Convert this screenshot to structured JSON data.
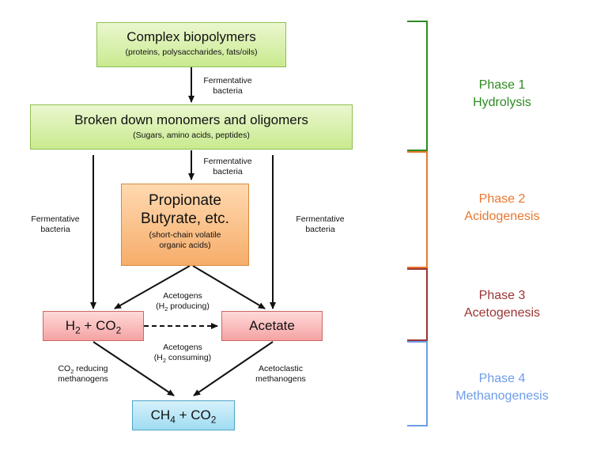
{
  "boxes": {
    "biopolymers": {
      "title": "Complex biopolymers",
      "subtitle": "(proteins, polysaccharides, fats/oils)"
    },
    "monomers": {
      "title": "Broken down monomers and oligomers",
      "subtitle": "(Sugars, amino acids, peptides)"
    },
    "propionate": {
      "line1": "Propionate",
      "line2": "Butyrate, etc.",
      "subtitle_line1": "(short-chain volatile",
      "subtitle_line2": "organic acids)"
    },
    "h2co2": {
      "a": "H",
      "a_sub": "2",
      "b": " + CO",
      "b_sub": "2"
    },
    "acetate": {
      "title": "Acetate"
    },
    "ch4co2": {
      "a": "CH",
      "a_sub": "4",
      "b": " + CO",
      "b_sub": "2"
    }
  },
  "labels": {
    "ferm1": {
      "l1": "Fermentative",
      "l2": "bacteria"
    },
    "ferm2": {
      "l1": "Fermentative",
      "l2": "bacteria"
    },
    "ferm_left": {
      "l1": "Fermentative",
      "l2": "bacteria"
    },
    "ferm_right": {
      "l1": "Fermentative",
      "l2": "bacteria"
    },
    "acetogens_prod": {
      "l1": "Acetogens",
      "l2a": "(H",
      "l2sub": "2",
      "l2b": " producing)"
    },
    "acetogens_cons": {
      "l1": "Acetogens",
      "l2a": "(H",
      "l2sub": "2",
      "l2b": " consuming)"
    },
    "co2_reducing": {
      "l1a": "CO",
      "l1sub": "2",
      "l1b": " reducing",
      "l2": "methanogens"
    },
    "acetoclastic": {
      "l1": "Acetoclastic",
      "l2": "methanogens"
    }
  },
  "phases": [
    {
      "name": "Phase 1",
      "process": "Hydrolysis",
      "color": "#2e8b23"
    },
    {
      "name": "Phase 2",
      "process": "Acidogenesis",
      "color": "#e8772e"
    },
    {
      "name": "Phase 3",
      "process": "Acetogenesis",
      "color": "#9b3535"
    },
    {
      "name": "Phase 4",
      "process": "Methanogenesis",
      "color": "#6d9de8"
    }
  ]
}
